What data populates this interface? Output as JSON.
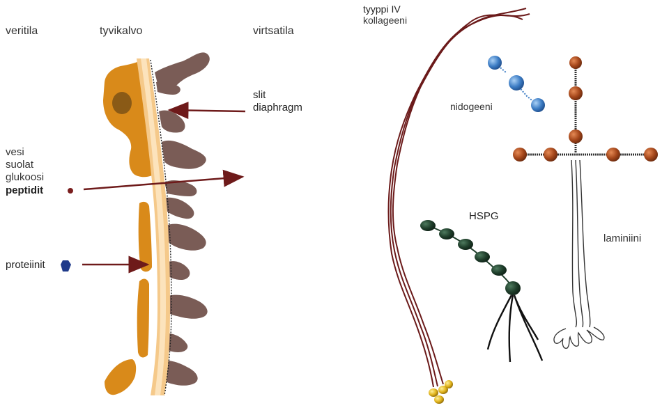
{
  "labels": {
    "veritila": "veritila",
    "tyvikalvo": "tyvikalvo",
    "virtsatila": "virtsatila",
    "slit": "slit",
    "diaphragm": "diaphragm",
    "vesi": "vesi",
    "suolat": "suolat",
    "glukoosi": "glukoosi",
    "peptidit": "peptidit",
    "proteiinit": "proteiinit",
    "tyyppi": "tyyppi IV",
    "kollageeni": "kollageeni",
    "nidogeeni": "nidogeeni",
    "hspg": "HSPG",
    "laminiini": "laminiini"
  },
  "colors": {
    "endothelium": "#D98A1A",
    "membrane": "#F5C98A",
    "membrane_light": "#FCE3BC",
    "podocyte": "#7A5C56",
    "arrow": "#6E1A1A",
    "collagen": "#6B1A1A",
    "collagen_tip": "#E0B21A",
    "nidogen": "#3C7CC4",
    "hspg": "#1E3D2A",
    "laminin": "#A4461A",
    "protein_dot": "#1F3A8A",
    "peptide_dot": "#7A1E1E"
  }
}
